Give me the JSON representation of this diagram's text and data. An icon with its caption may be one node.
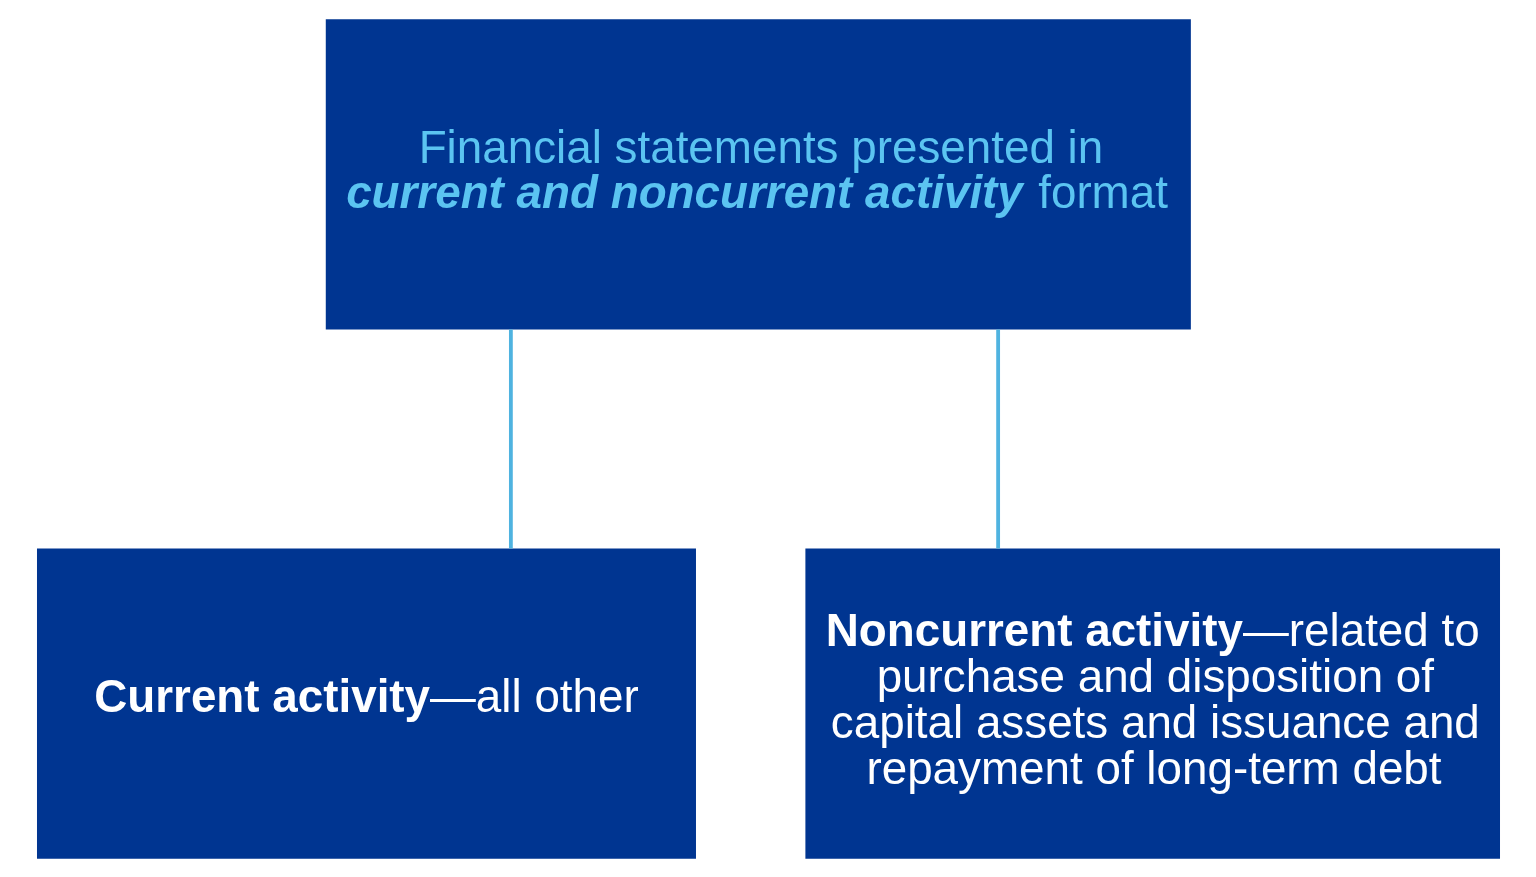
{
  "diagram": {
    "nodes": [
      {
        "text": [
          "Financial statements presented in *current and noncurrent activity* format"
        ]
      },
      {
        "text": [
          "**Current activity**—all other"
        ]
      },
      {
        "text": [
          "**Noncurrent activity**—related to purchase and disposition of capital assets and issuance and repayment of long-term debt"
        ]
      }
    ],
    "edges": [
      {
        "from": 0,
        "to": 1,
        "arrow": "none"
      },
      {
        "from": 0,
        "to": 2,
        "arrow": "none"
      }
    ]
  }
}
